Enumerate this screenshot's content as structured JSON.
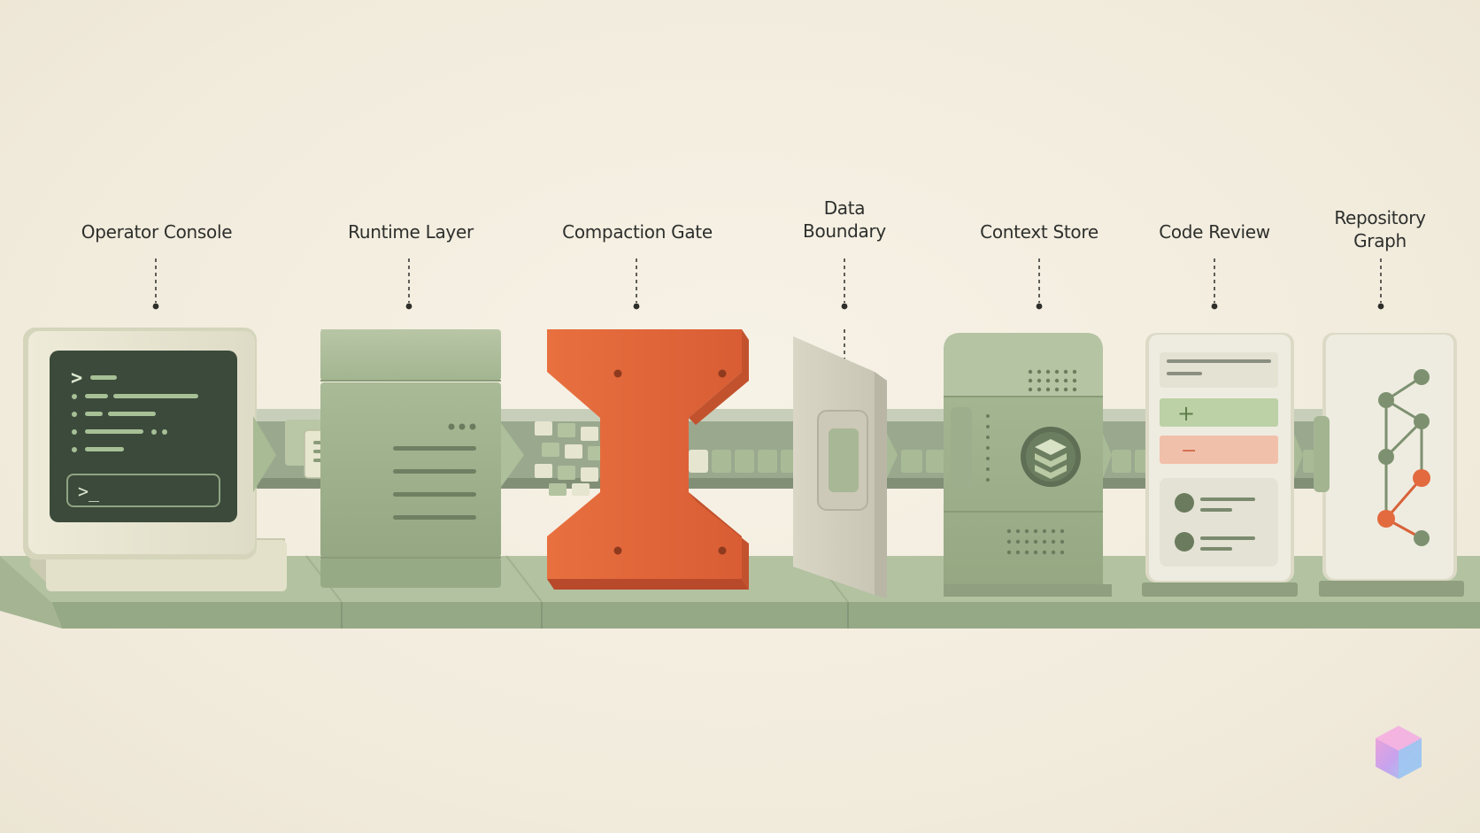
{
  "stages": [
    {
      "id": "operator-console",
      "lines": [
        "Operator Console"
      ]
    },
    {
      "id": "runtime-layer",
      "lines": [
        "Runtime Layer"
      ]
    },
    {
      "id": "compaction-gate",
      "lines": [
        "Compaction Gate"
      ]
    },
    {
      "id": "data-boundary",
      "lines": [
        "Data",
        "Boundary"
      ]
    },
    {
      "id": "context-store",
      "lines": [
        "Context Store"
      ]
    },
    {
      "id": "code-review",
      "lines": [
        "Code Review"
      ]
    },
    {
      "id": "repository-graph",
      "lines": [
        "Repository",
        "Graph"
      ]
    }
  ],
  "console": {
    "prompt_glyph": ">",
    "input_glyph": ">_"
  },
  "review": {
    "add_glyph": "+",
    "remove_glyph": "−"
  },
  "colors": {
    "background": "#f4efe2",
    "sage": "#a7b894",
    "sage_dark": "#8c9e7c",
    "cream": "#e9e6d2",
    "orange": "#e5693f",
    "orange_dark": "#c2522e",
    "screen": "#3b4a3b",
    "text": "#2d2f2c"
  },
  "icons": [
    "terminal-icon",
    "document-icon",
    "layers-icon",
    "graph-icon",
    "logo-cube-icon"
  ]
}
